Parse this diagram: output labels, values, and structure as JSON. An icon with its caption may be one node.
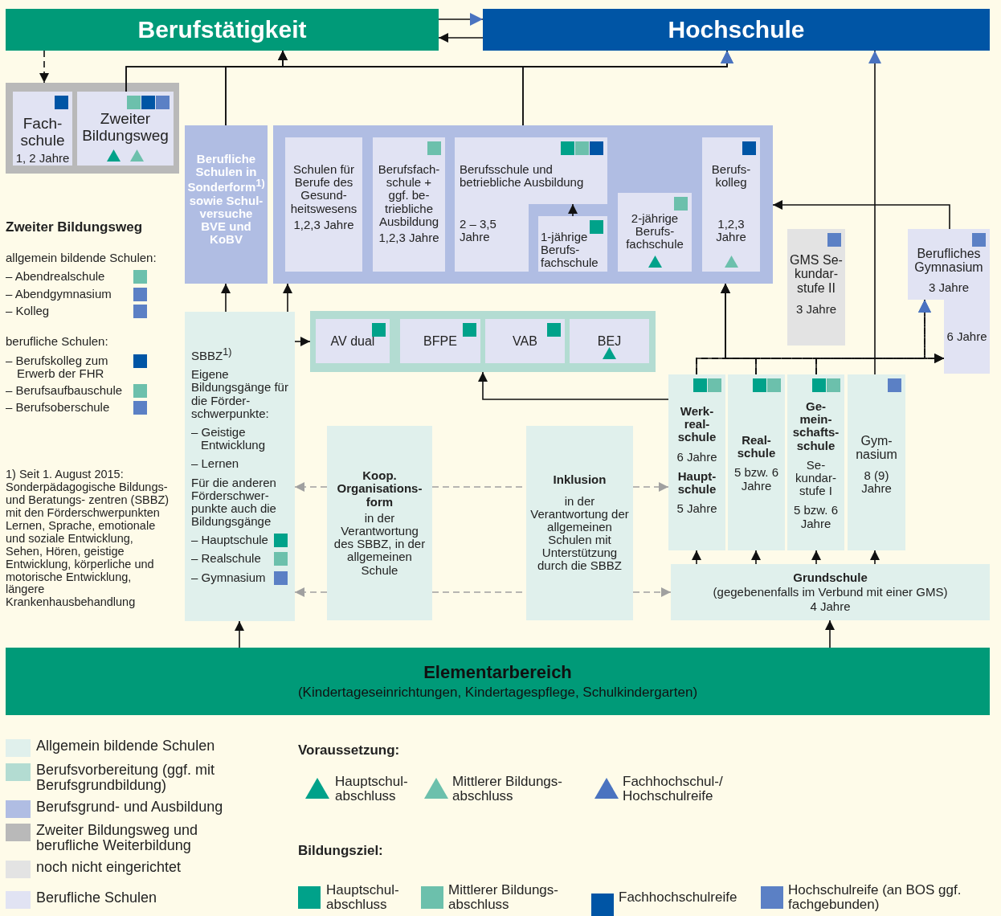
{
  "diagram": {
    "nodes": [
      {
        "text": [
          "Berufstätigkeit"
        ]
      },
      {
        "text": [
          "Hochschule"
        ]
      },
      {
        "text": [],
        "shape": "box"
      },
      {
        "text": [
          "Fach- schule",
          "1, 2 Jahre"
        ],
        "in": 2
      },
      {
        "text": [
          "Zweiter Bildungsweg"
        ],
        "in": 2
      },
      {
        "text": [
          "Berufliche Schulen in Sonderform$^{1)}$ sowie Schul- versuche BVE und KoBV"
        ]
      },
      {
        "text": [],
        "shape": "box"
      },
      {
        "text": [
          "Schulen für Berufe des Gesund- heitswesens",
          "1,2,3 Jahre"
        ],
        "in": 6
      },
      {
        "text": [
          "Berufsfach- schule + ggf. be- triebliche Ausbildung",
          "1,2,3 Jahre"
        ],
        "in": 6
      },
      {
        "text": [
          "Berufsschule und betriebliche Ausbildung",
          "2 – 3,5 Jahre"
        ],
        "in": 6
      },
      {
        "text": [
          "1-jährige Berufs- fachschule"
        ],
        "in": 6
      },
      {
        "text": [
          "2-jährige Berufs- fachschule"
        ],
        "in": 6
      },
      {
        "text": [
          "Berufs- kolleg",
          "1,2,3 Jahre"
        ],
        "in": 6
      },
      {
        "text": [
          "GMS Se- kundar- stufe II",
          "3 Jahre"
        ]
      },
      {
        "text": [
          "Berufliches Gymnasium",
          "3 Jahre"
        ]
      },
      {
        "text": [
          "6 Jahre"
        ]
      },
      {
        "text": [
          "Gym- nasium",
          "8 (9) Jahre"
        ]
      },
      {
        "text": [
          "SBBZ$^{1)}$",
          "Eigene Bildungsgänge für die Förder- schwerpunkte:",
          "– Geistige Entwicklung",
          "– Lernen",
          "Für die anderen Förderschwer- punkte auch die Bildungsgänge",
          "– Hauptschule",
          "– Realschule",
          "– Gymnasium"
        ]
      },
      {
        "text": [],
        "shape": "box"
      },
      {
        "text": [
          "AV dual"
        ],
        "in": 18
      },
      {
        "text": [
          "BFPE"
        ],
        "in": 18
      },
      {
        "text": [
          "VAB"
        ],
        "in": 18
      },
      {
        "text": [
          "BEJ"
        ],
        "in": 18
      },
      {
        "text": [
          "Werk- real- schule",
          "6 Jahre",
          "Haupt- schule",
          "5 Jahre"
        ]
      },
      {
        "text": [
          "Real- schule",
          "5 bzw. 6 Jahre"
        ]
      },
      {
        "text": [
          "Ge- mein- schafts- schule",
          "Se- kundar- stufe I",
          "5 bzw. 6 Jahre"
        ]
      },
      {
        "text": [
          "Koop. Organisations- form",
          "in der Verantwortung des SBBZ, in der allgemeinen Schule"
        ]
      },
      {
        "text": [
          "Inklusion",
          "in der Verantwortung der allgemeinen Schulen mit Unterstützung durch die SBBZ"
        ]
      },
      {
        "text": [
          "Grundschule",
          "(gegebenenfalls im Verbund mit einer GMS)",
          "4 Jahre"
        ]
      },
      {
        "text": [
          "Elementarbereich",
          "(Kindertageseinrichtungen, Kindertagespflege, Schulkindergarten)"
        ]
      }
    ],
    "edges": [
      {
        "from": 0,
        "to": 1,
        "arrow": "to"
      },
      {
        "from": 1,
        "to": 0,
        "arrow": "to"
      },
      {
        "from": 0,
        "to": 2,
        "arrow": "to",
        "style": "dashed"
      },
      {
        "from": 4,
        "to": 0,
        "arrow": "to"
      },
      {
        "from": 4,
        "to": 1,
        "arrow": "to"
      },
      {
        "from": 5,
        "to": 0,
        "arrow": "to"
      },
      {
        "from": 5,
        "to": 1,
        "arrow": "to"
      },
      {
        "from": 6,
        "to": 0,
        "arrow": "to"
      },
      {
        "from": 6,
        "to": 1,
        "arrow": "to"
      },
      {
        "from": 10,
        "to": 9,
        "arrow": "to"
      },
      {
        "from": 16,
        "to": 1,
        "arrow": "to"
      },
      {
        "from": 14,
        "to": 6,
        "arrow": "to"
      },
      {
        "from": 17,
        "to": 5,
        "arrow": "to"
      },
      {
        "from": 17,
        "to": 6,
        "arrow": "to"
      },
      {
        "from": 17,
        "to": 18,
        "arrow": "to"
      },
      {
        "from": 23,
        "to": 18,
        "arrow": "to"
      },
      {
        "from": 23,
        "to": 6,
        "arrow": "to"
      },
      {
        "from": 23,
        "to": 14,
        "arrow": "to",
        "style": "dashed"
      },
      {
        "from": 23,
        "to": 15,
        "arrow": "to",
        "style": "dashed"
      },
      {
        "from": 24,
        "to": 6,
        "arrow": "to"
      },
      {
        "from": 24,
        "to": 14,
        "arrow": "to",
        "style": "dashed"
      },
      {
        "from": 24,
        "to": 15,
        "arrow": "to",
        "style": "dashed"
      },
      {
        "from": 25,
        "to": 6,
        "arrow": "to"
      },
      {
        "from": 25,
        "to": 14,
        "arrow": "to",
        "style": "dashed"
      },
      {
        "from": 25,
        "to": 15,
        "arrow": "to",
        "style": "dashed"
      },
      {
        "from": 28,
        "to": 23,
        "arrow": "to"
      },
      {
        "from": 28,
        "to": 24,
        "arrow": "to"
      },
      {
        "from": 28,
        "to": 25,
        "arrow": "to"
      },
      {
        "from": 28,
        "to": 16,
        "arrow": "to"
      },
      {
        "from": 29,
        "to": 17,
        "arrow": "to"
      },
      {
        "from": 29,
        "to": 28,
        "arrow": "to"
      },
      {
        "from": 26,
        "to": 17,
        "arrow": "to",
        "style": "dashed",
        "color": "#a0a0a0"
      },
      {
        "from": 26,
        "to": 27,
        "arrow": "none",
        "style": "dashed",
        "color": "#a0a0a0"
      },
      {
        "from": 27,
        "to": 23,
        "arrow": "to",
        "style": "dashed",
        "color": "#a0a0a0"
      },
      {
        "from": 26,
        "to": 17,
        "arrow": "to",
        "style": "dashed",
        "color": "#a0a0a0"
      },
      {
        "from": 26,
        "to": 27,
        "arrow": "none",
        "style": "dashed",
        "color": "#a0a0a0"
      },
      {
        "from": 27,
        "to": 28,
        "arrow": "to",
        "style": "dashed",
        "color": "#a0a0a0"
      }
    ],
    "labels": [
      "Zweiter Bildungsweg",
      "allgemein bildende Schulen:",
      "berufliche Schulen:",
      "1) Seit 1. August 2015: Sonderpädagogische Bildungs- und Beratungs- zentren (SBBZ) mit den Förderschwerpunkten Lernen, Sprache, emotionale und soziale Entwicklung, Sehen, Hören, geistige Entwicklung, körperliche und motorische Entwicklung, längere Krankenhausbehandlung",
      "Voraussetzung:",
      "Bildungsziel:"
    ],
    "legend": [
      {
        "text": "– Abendrealschule",
        "color": "#6cc0ac"
      },
      {
        "text": "– Abendgymnasium",
        "color": "#5b80c5"
      },
      {
        "text": "– Kolleg",
        "color": "#5b80c5"
      },
      {
        "text": "– Berufskolleg zum Erwerb der FHR",
        "color": "#0055a5"
      },
      {
        "text": "– Berufsaufbauschule",
        "color": "#6cc0ac"
      },
      {
        "text": "– Berufsoberschule",
        "color": "#5b80c5"
      },
      {
        "text": "Allgemein bildende Schulen",
        "color": "#e0f0ec"
      },
      {
        "text": "Berufsvorbereitung (ggf. mit Berufsgrundbildung)",
        "color": "#b3dcd2"
      },
      {
        "text": "Berufsgrund- und Ausbildung",
        "color": "#b0bde3"
      },
      {
        "text": "Zweiter Bildungsweg und berufliche Weiterbildung",
        "color": "#b9b9b9"
      },
      {
        "text": "noch nicht eingerichtet",
        "color": "#e3e3e3"
      },
      {
        "text": "Berufliche Schulen",
        "color": "#e1e3f3"
      },
      {
        "text": "Hauptschul- abschluss"
      },
      {
        "text": "Mittlerer Bildungs- abschluss"
      },
      {
        "text": "Fachhochschul-/ Hochschulreife"
      },
      {
        "text": "Hauptschul- abschluss",
        "color": "#00a28a"
      },
      {
        "text": "Mittlerer Bildungs- abschluss",
        "color": "#6cc0ac"
      },
      {
        "text": "Fachhochschulreife",
        "color": "#0055a5"
      },
      {
        "text": "Hochschulreife (an BOS ggf. fachgebunden)",
        "color": "#5b80c5"
      }
    ]
  }
}
